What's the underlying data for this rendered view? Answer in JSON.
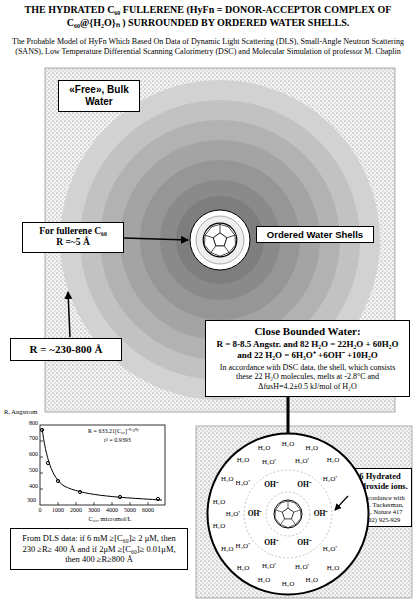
{
  "diagram": {
    "title": "THE HYDRATED C₆₀ FULLERENE (HyFn = DONOR-ACCEPTOR COMPLEX OF C₆₀@{H₂O}ₙ ) SURROUNDED BY ORDERED WATER SHELLS.",
    "nodes": [
      {
        "text": [
          "«Free», Bulk Water"
        ]
      },
      {
        "text": [
          "For fullerene C₆₀",
          "R =~5 Å"
        ]
      },
      {
        "text": [
          "Ordered Water Shells"
        ]
      },
      {
        "text": [
          "R = ~230-800 Å"
        ]
      },
      {
        "text": [
          "Close Bounded Water:",
          "R = 8-8.5 Angstr. and 82 H₂O = 22H₂O + 60H₂O and 22 H₂O = 6H₃O⁺ +6OH⁻ +10H₂O",
          "In accordance with DSC data, the shell, which consists these 22 H₂O molecules, melts at -2.8°C and ΔfusH=4.2±0.5 kJ/mol of H₂O"
        ]
      },
      {
        "text": [
          "From DLS data: if 6 mM ≥[C₆₀]≥ 2 μM, then 230 ≥R≥ 400 Å and if 2μM ≥[C₆₀]≥ 0.01μM, then 400 ≥R≥800 Å"
        ]
      },
      {
        "text": [
          "6 Hydrated hydroxide ions.",
          "In accordance with M. E. Tuckerman, et.al., Nature 417 (2002) 925-929"
        ]
      },
      {
        "text": [
          "OH⁻",
          "OH⁻",
          "OH⁻",
          "OH⁻",
          "OH⁻",
          "OH⁻",
          "H₃O⁺",
          "H₃O⁺",
          "H₃O⁺",
          "H₃O⁺",
          "H₃O⁺",
          "H₃O⁺",
          "H₃O⁺",
          "H₃O⁺",
          "H₃O⁺",
          "H₂O",
          "H₂O",
          "H₂O",
          "H₂O",
          "H₂O",
          "H₂O",
          "H₂O",
          "H₂O",
          "H₂O",
          "H₂O",
          "H₂O",
          "H₂O",
          "H₂O",
          "H₂O"
        ]
      }
    ],
    "edges": [
      {
        "from": 4,
        "to": 7,
        "arrow": "none"
      }
    ],
    "labels": [
      "The Probable Model of HyFn Which Based On Data of Dynamic Light Scattering (DLS), Small-Angle Neutron Scattering (SANS), Low Temperature Differential Scanning Calorimetry (DSC) and Molecular Simulation of professor M. Chaplin",
      "R, Angstrom",
      "R = 633.21[C₆₀]⁻⁰·¹⁰⁷",
      "r² = 0.9393",
      "800",
      "700",
      "600",
      "500",
      "400",
      "300",
      "0",
      "1000",
      "2000",
      "3000",
      "4000",
      "5000",
      "6000",
      "C₆₀, micromol/L"
    ]
  }
}
